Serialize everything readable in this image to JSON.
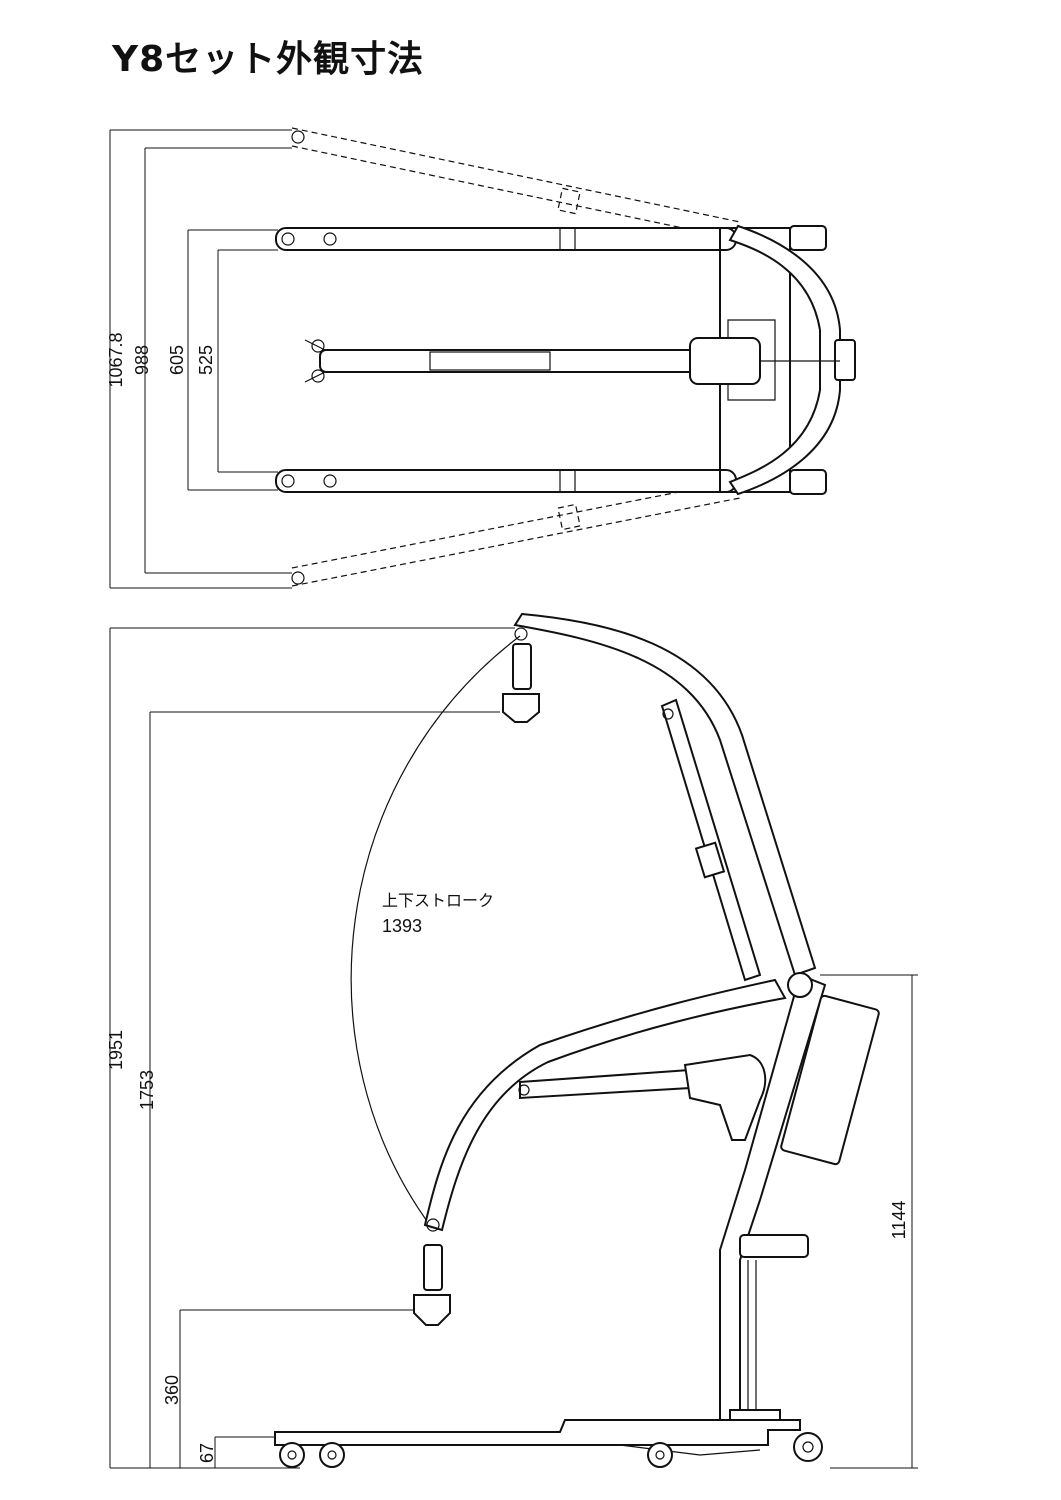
{
  "title": "Y8セット外観寸法",
  "top_view": {
    "dims": {
      "outer_open": "1067.8",
      "open": "988",
      "outer_width": "605",
      "inner_width": "525"
    }
  },
  "side_view": {
    "dims": {
      "total_height": "1951",
      "max_hook_height": "1753",
      "min_hook_height": "360",
      "base_height": "67",
      "handle_height": "1144"
    },
    "stroke_label": "上下ストローク",
    "stroke_value": "1393"
  }
}
